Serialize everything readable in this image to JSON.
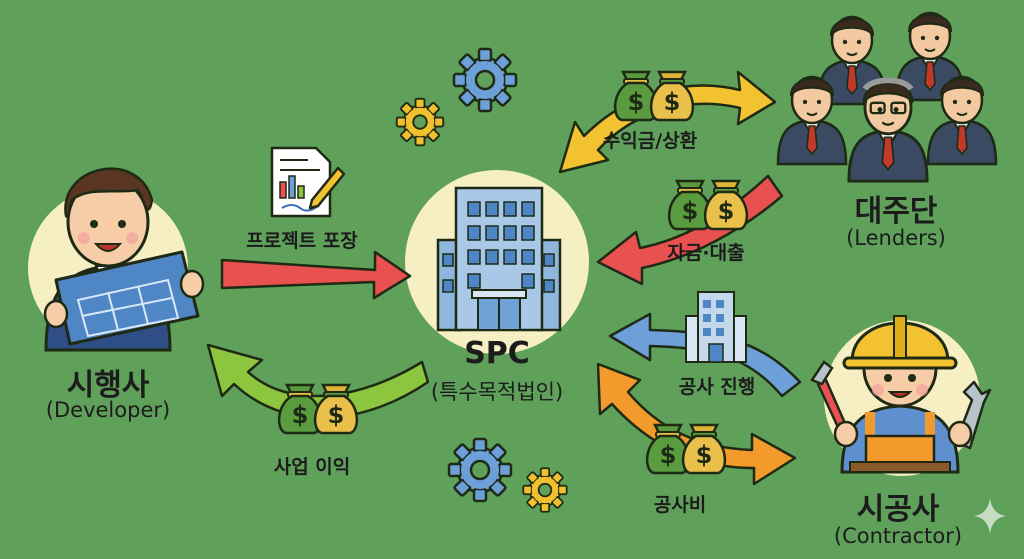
{
  "nodes": {
    "developer": {
      "title": "시행사",
      "subtitle": "(Developer)"
    },
    "spc": {
      "title": "SPC",
      "subtitle": "(특수목적법인)"
    },
    "lenders": {
      "title": "대주단",
      "subtitle": "(Lenders)"
    },
    "contractor": {
      "title": "시공사",
      "subtitle": "(Contractor)"
    }
  },
  "flows": {
    "project_package": "프로젝트 포장",
    "business_profit": "사업 이익",
    "repayment": "수익금/상환",
    "funding_loan": "자금·대출",
    "construction_progress": "공사 진행",
    "construction_cost": "공사비"
  },
  "colors": {
    "background": "#5fa05a",
    "red_arrow": "#e8514f",
    "green_arrow": "#8cc63f",
    "yellow_arrow": "#f2c230",
    "blue_arrow": "#6d9fd8",
    "orange_arrow": "#f39a2c",
    "money_bag": "#5a9b3f"
  },
  "icons": [
    "gear-icon",
    "money-bag-icon",
    "document-icon",
    "building-icon",
    "blueprint-icon",
    "sparkle-icon"
  ]
}
